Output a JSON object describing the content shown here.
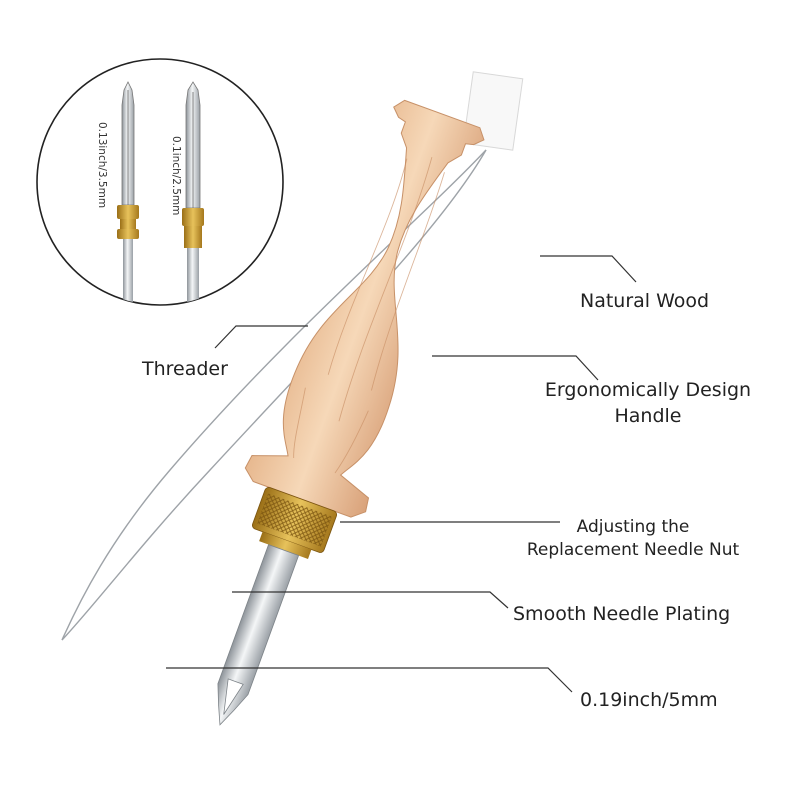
{
  "colors": {
    "wood": "#eec9a3",
    "wood_dark": "#d9a77c",
    "brass": "#c99a2e",
    "steel": "#cfd3d6",
    "leader_line": "#333333"
  },
  "inset": {
    "needle_small_label": "0.13inch/3.5mm",
    "needle_large_label": "0.1inch/2.5mm"
  },
  "callouts": {
    "threader": "Threader",
    "natural_wood": "Natural Wood",
    "handle_line1": "Ergonomically Design",
    "handle_line2": "Handle",
    "nut_line1": "Adjusting the",
    "nut_line2": "Replacement Needle Nut",
    "plating": "Smooth Needle Plating",
    "tip_size": "0.19inch/5mm"
  }
}
